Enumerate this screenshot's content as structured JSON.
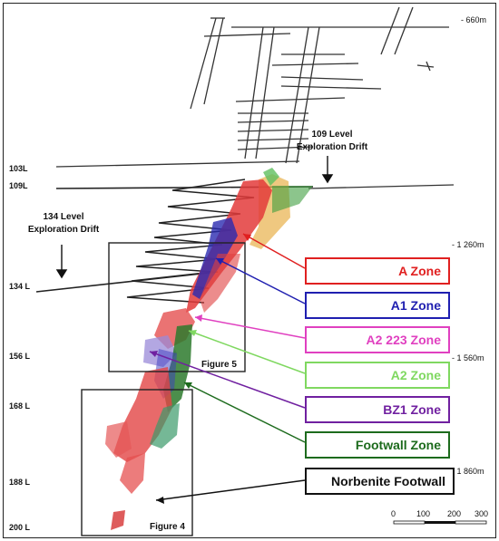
{
  "levels": {
    "l103": "103L",
    "l109": "109L",
    "l134": "134 L",
    "l156": "156 L",
    "l168": "168 L",
    "l188": "188 L",
    "l200": "200 L"
  },
  "elevations": {
    "e660": "- 660m",
    "e1260": "- 1 260m",
    "e1560": "- 1 560m",
    "e1860": "- 1 860m"
  },
  "annotations": {
    "drift109_line1": "109 Level",
    "drift109_line2": "Exploration Drift",
    "drift134_line1": "134 Level",
    "drift134_line2": "Exploration Drift"
  },
  "zones": [
    {
      "label": "A Zone",
      "color": "#e02020"
    },
    {
      "label": "A1 Zone",
      "color": "#1f1fb0"
    },
    {
      "label": "A2 223 Zone",
      "color": "#e040c0"
    },
    {
      "label": "A2 Zone",
      "color": "#7fd860"
    },
    {
      "label": "BZ1 Zone",
      "color": "#7020a0"
    },
    {
      "label": "Footwall Zone",
      "color": "#1d6b1d"
    },
    {
      "label": "Norbenite Footwall",
      "color": "#111111"
    }
  ],
  "figures": {
    "fig5": "Figure 5",
    "fig4": "Figure 4"
  },
  "scale": {
    "t0": "0",
    "t100": "100",
    "t200": "200",
    "t300": "300"
  }
}
